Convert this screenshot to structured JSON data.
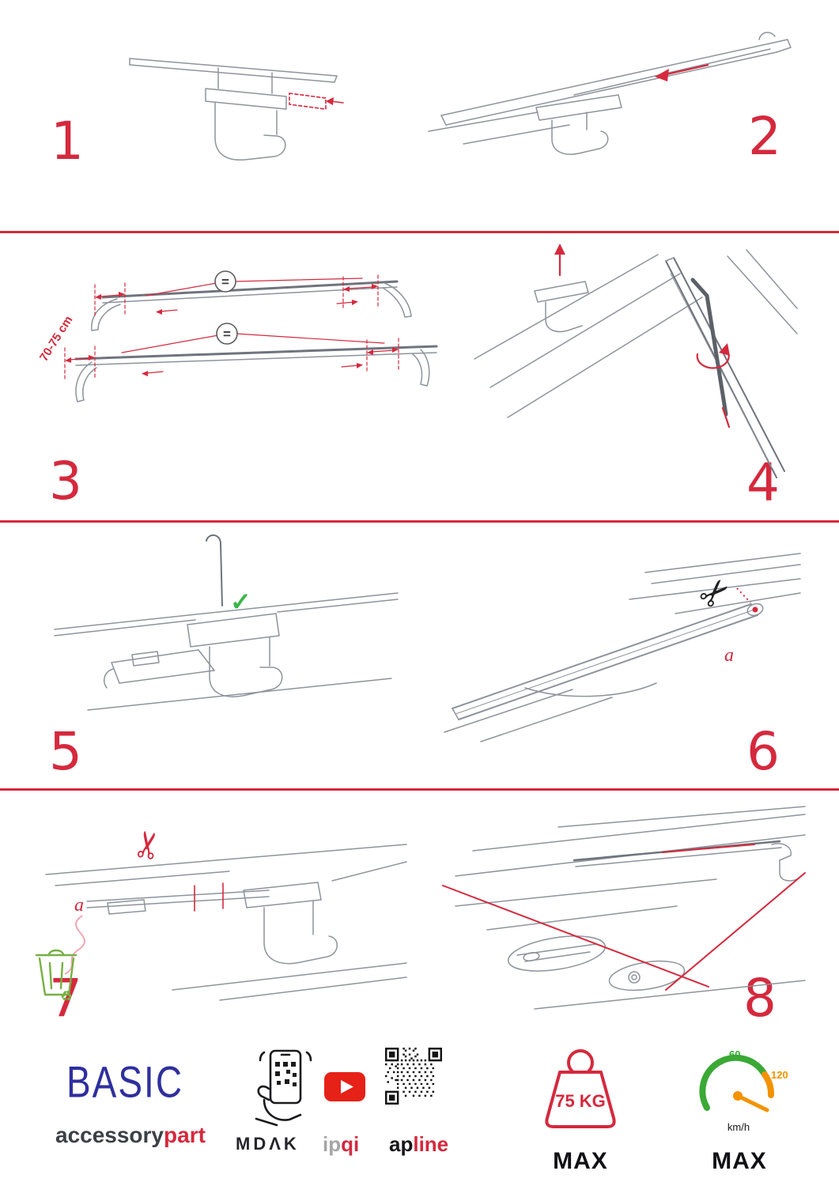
{
  "colors": {
    "accent_red": "#d5293d",
    "lineart_gray": "#8e939c",
    "basic_blue": "#2e2f9e",
    "youtube_red": "#e62117",
    "check_green": "#3bb54a",
    "eco_green": "#76b043",
    "speed_green": "#3aa935",
    "speed_orange": "#f39200"
  },
  "steps": [
    "1",
    "2",
    "3",
    "4",
    "5",
    "6",
    "7",
    "8"
  ],
  "step3": {
    "equals_symbol": "=",
    "measurement": "70-75 cm"
  },
  "step6": {
    "part_label": "a"
  },
  "step7": {
    "part_label": "a"
  },
  "icons": {
    "check": "✓",
    "scissors": "✂",
    "recycle": "♻"
  },
  "footer": {
    "brand_primary": "BASIC",
    "brand_secondary_black": "accessory",
    "brand_secondary_red": "part",
    "partner_mdak": "MDΛK",
    "partner_ipqi_gray": "ip",
    "partner_ipqi_red": "qi",
    "partner_apline_black": "ap",
    "partner_apline_red": "line",
    "weight_value": "75 KG",
    "weight_max_label": "MAX",
    "speed_low": "60",
    "speed_high": "120",
    "speed_unit": "km/h",
    "speed_max_label": "MAX"
  }
}
